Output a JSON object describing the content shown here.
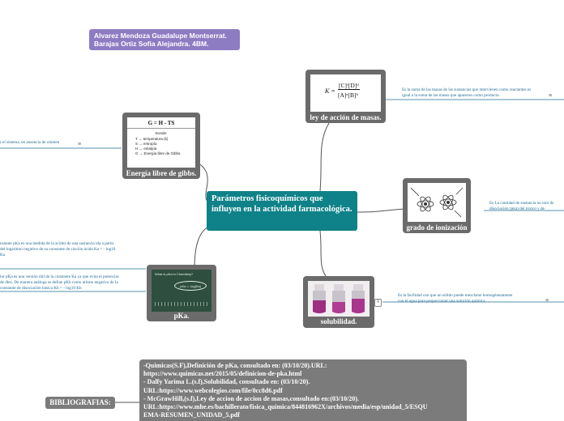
{
  "authors": {
    "line1": "Alvarez Mendoza Guadalupe Montserrat.",
    "line2": "Barajas Ortiz Sofia Alejandra.  4BM."
  },
  "central": {
    "title": "Parámetros fisicoquímicos que influyen en la actividad farmacológica."
  },
  "topics": {
    "masas": {
      "label": "ley de acción de masas.",
      "formula_k": "K =",
      "formula_num": "[C]ᶜ[D]ᵈ",
      "formula_den": "[A]ᵃ[B]ᵇ",
      "note": "Es la suma de las masas de las sustancias que intervienen como reactantes es igual a la suma de las masas que aparecen como producto."
    },
    "gibbs": {
      "label": "Energía libre de gibbs.",
      "eq": "G = H - TS",
      "legend_title": "Donde:",
      "legend": [
        "T → temperatura (k)",
        "S → entropía",
        "H → entalpía",
        "G → Energía libre de Gibbs."
      ],
      "note": "r el sistema, en ausencia de olumen"
    },
    "ioniz": {
      "label": "grado de ionización",
      "note": "Es La cantidad de sustancia no ioni de disociación (pka) del tóxico y de"
    },
    "pka": {
      "label": "pKa.",
      "board_text": "What is pKa in Chemistry?",
      "board_formula": "pKa = -log[Ka]",
      "note1": "nstante pKa es una medida de la acidez de una sustancia ida a partir del logaritmo negativo de su constante de ciación ácida Ka = - log10 Ka",
      "note2": "lor pKa es una versión útil de la constante Ka ya que evita el potencias de diez. De manera análoga se define pKb como aritmo negativo de la constante de disociación básica Kb = - log10 Kb"
    },
    "solub": {
      "label": "solubilidad.",
      "note": "Es la facilidad con que un sólido puede mezclarse homogéneamente con el agua para proporcionar una solución química."
    }
  },
  "bibliografias": {
    "label": "BIBLIOGRAFIAS:",
    "lines": [
      "-Quimicas(S.F),Definición de pKa, consultado en: (03/10/20).URL:",
      "https://www.quimicas.net/2015/05/definicion-de-pka.html",
      "- Dalfy Yarima L.(s.f),Solubilidad, consultado en: (03/10/20).",
      "URL:https://www.webcolegios.com/file/0cc8d6.pdf",
      "- McGrawHill,(s.f),Ley de accion de accion de masas,consultado en:(03/10/20).",
      "URL:https://www.mhe.es/bachillerato/fisica_quimica/844816962X/archivos/media/esp/unidad_5/ESQU",
      "EMA-RESUMEN_UNIDAD_5.pdf"
    ]
  },
  "colors": {
    "central": "#0e8288",
    "topic_box": "#6b6b6b",
    "authors": "#8e7cc3",
    "bib": "#7b7b7b",
    "note_text": "#1f6b94",
    "links": "#555555"
  }
}
